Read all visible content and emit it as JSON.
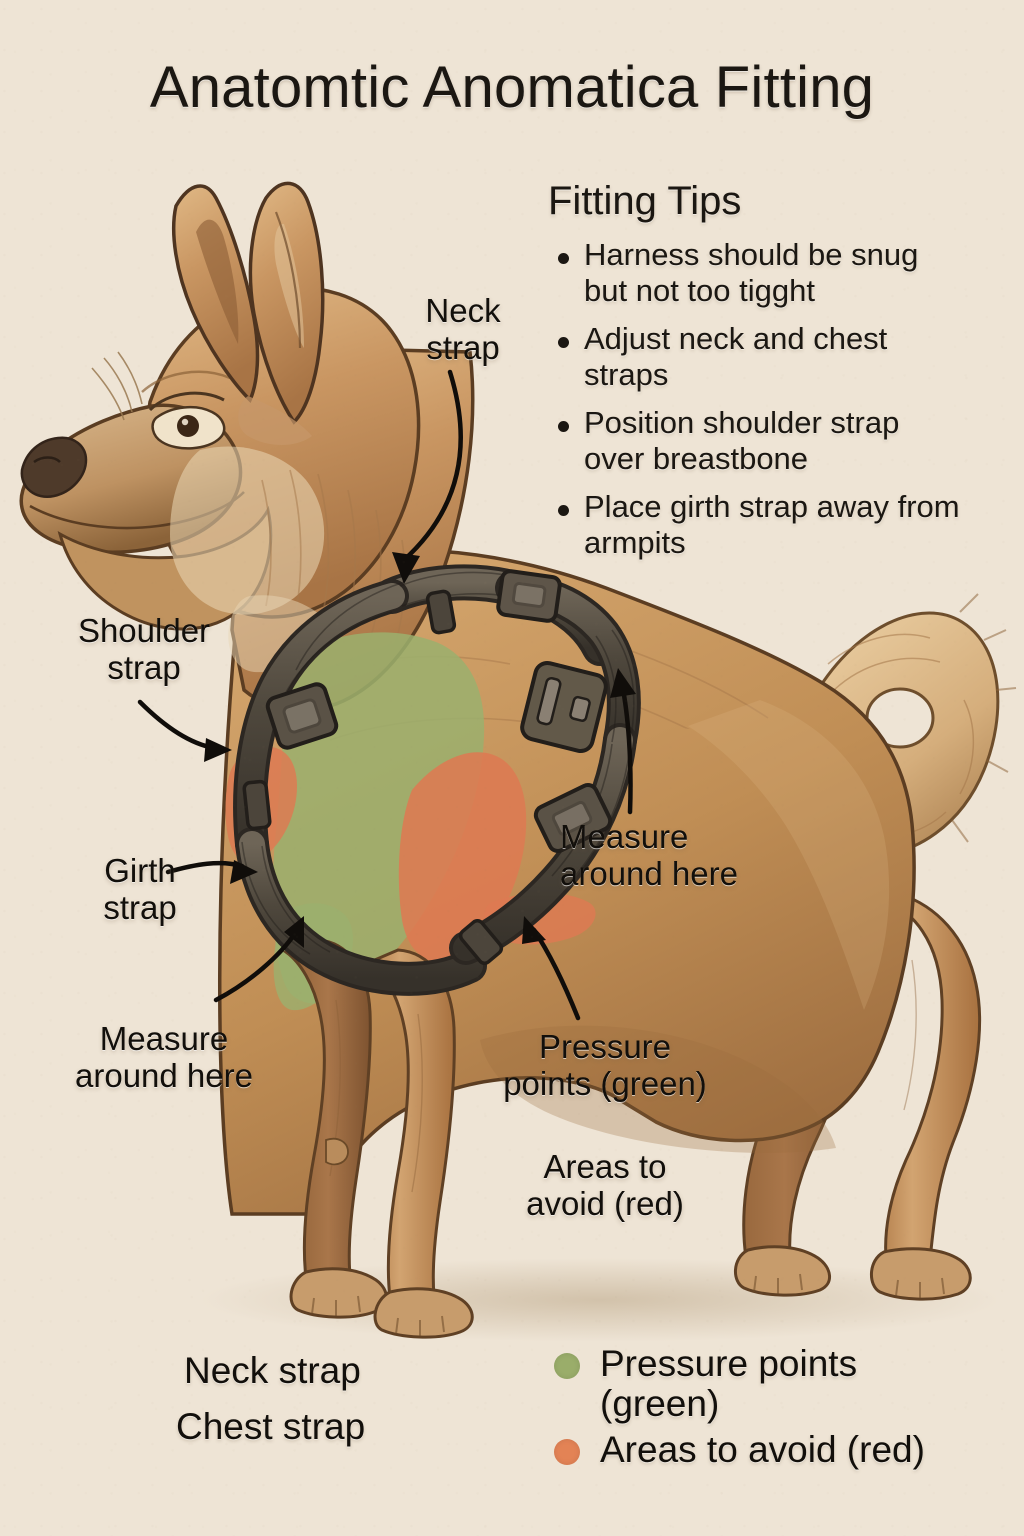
{
  "page": {
    "title": "Anatomtic Anomatica Fitting",
    "background_color": "#EEE4D5",
    "text_color": "#120F0B"
  },
  "tips": {
    "heading": "Fitting Tips",
    "items": [
      "Harness should be snug but not too tigght",
      "Adjust neck and chest straps",
      "Position shoulder strap over breastbone",
      "Place girth strap away from armpits"
    ]
  },
  "callouts": {
    "neck_strap": "Neck\nstrap",
    "shoulder_strap": "Shoulder\nstrap",
    "girth_strap": "Girth\nstrap",
    "measure_left": "Measure\naround here",
    "measure_right": "Measure\naround here",
    "pressure_points": "Pressure\npoints (green)",
    "areas_to_avoid": "Areas to\navoid (red)"
  },
  "bottom_labels": {
    "neck_strap": "Neck strap",
    "chest_strap": "Chest strap"
  },
  "legend": {
    "items": [
      {
        "label": "Pressure points\n(green)",
        "color": "#9AAD6A"
      },
      {
        "label": "Areas to avoid (red)",
        "color": "#E38355"
      }
    ]
  },
  "illustration": {
    "subject": "dog-side-view-with-harness",
    "fur_base_color": "#C08E55",
    "fur_light_color": "#DDB683",
    "fur_dark_color": "#8C5F34",
    "outline_color": "#4A3522",
    "harness_color": "#5B5246",
    "harness_dark_color": "#2C2722",
    "pressure_zone_color": "#9BB06E",
    "avoid_zone_color": "#DD7A52",
    "ground_shadow_color": "#D9CBB6"
  }
}
